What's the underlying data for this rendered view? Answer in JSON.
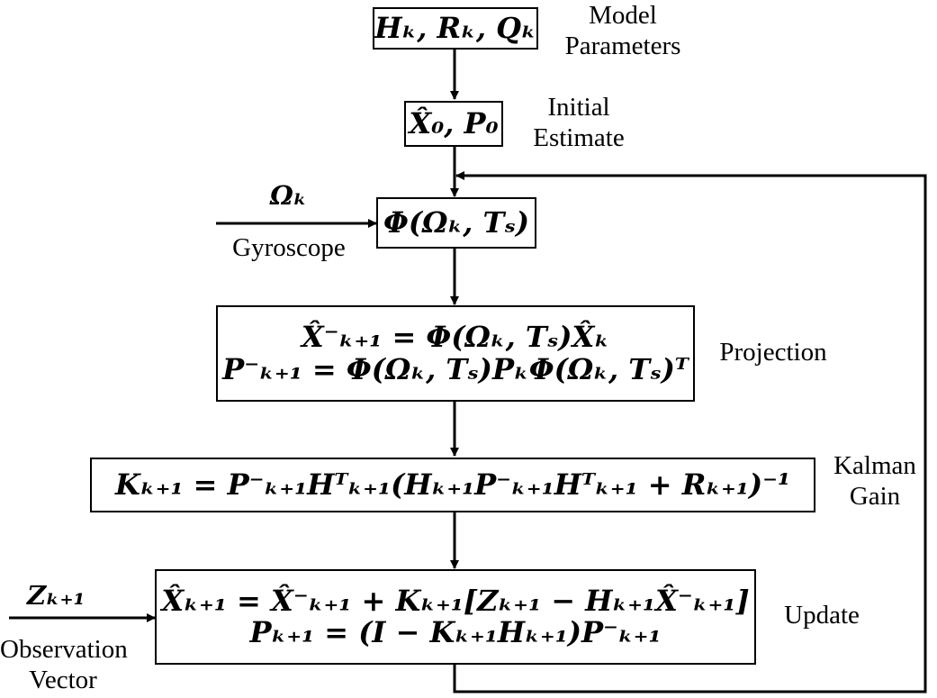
{
  "boxes": {
    "model_params": "Hₖ, Rₖ, Qₖ",
    "initial_estimate": "X̂₀, P₀",
    "state_transition": "Φ(Ωₖ, Tₛ)",
    "projection_line1": "X̂⁻ₖ₊₁ = Φ(Ωₖ, Tₛ)X̂ₖ",
    "projection_line2": "P⁻ₖ₊₁ = Φ(Ωₖ, Tₛ)PₖΦ(Ωₖ, Tₛ)ᵀ",
    "kalman_gain": "Kₖ₊₁ = P⁻ₖ₊₁Hᵀₖ₊₁(Hₖ₊₁P⁻ₖ₊₁Hᵀₖ₊₁ +  Rₖ₊₁)⁻¹",
    "update_line1": "X̂ₖ₊₁ = X̂⁻ₖ₊₁ + Kₖ₊₁[Zₖ₊₁ − Hₖ₊₁X̂⁻ₖ₊₁]",
    "update_line2": "Pₖ₊₁ = (I − Kₖ₊₁Hₖ₊₁)P⁻ₖ₊₁"
  },
  "labels": {
    "model_params": [
      "Model",
      "Parameters"
    ],
    "initial_estimate": [
      "Initial",
      "Estimate"
    ],
    "projection": "Projection",
    "kalman_gain": [
      "Kalman",
      "Gain"
    ],
    "update": "Update",
    "gyroscope": "Gyroscope",
    "observation_vector": [
      "Observation",
      "Vector"
    ]
  },
  "inputs": {
    "omega": "Ωₖ",
    "z": "Zₖ₊₁"
  }
}
